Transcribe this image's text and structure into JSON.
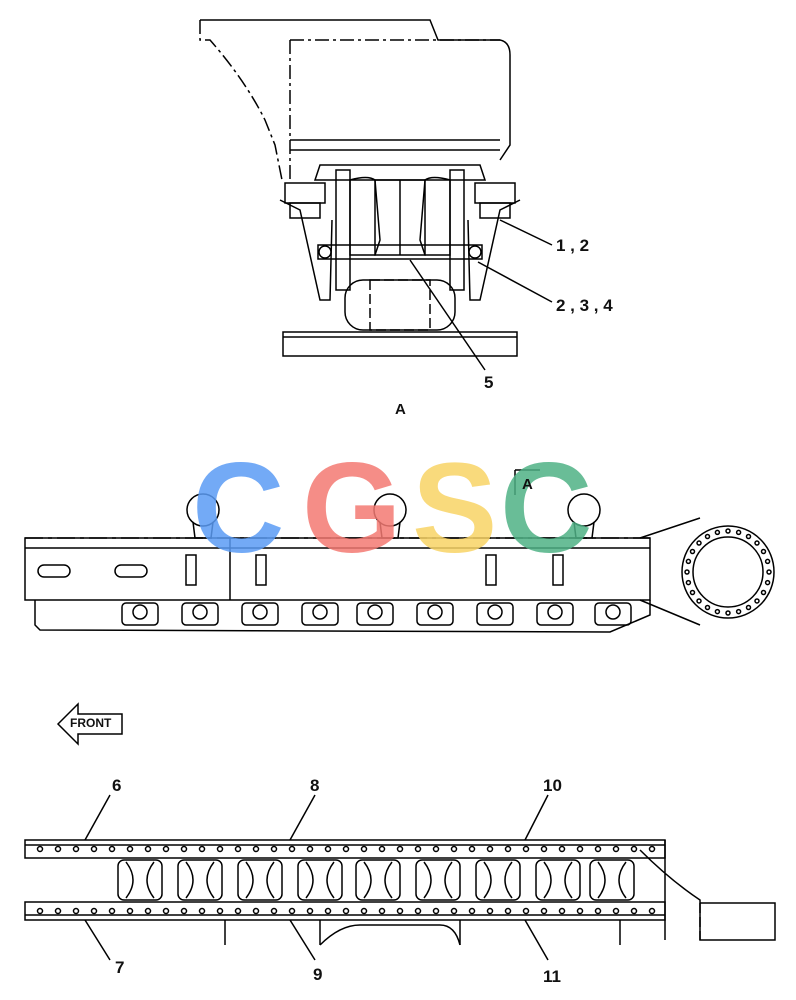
{
  "callouts": {
    "c1": "1 , 2",
    "c2": "2 , 3 , 4",
    "c3": "5",
    "c4": "6",
    "c5": "7",
    "c6": "8",
    "c7": "9",
    "c8": "10",
    "c9": "11"
  },
  "view_label": "A",
  "section_marker": "A",
  "front_label": "FRONT",
  "watermark": {
    "letters": [
      "C",
      "G",
      "S",
      "C"
    ],
    "colors": [
      "#5b9cf5",
      "#f47a73",
      "#f9d466",
      "#4fb286"
    ]
  }
}
